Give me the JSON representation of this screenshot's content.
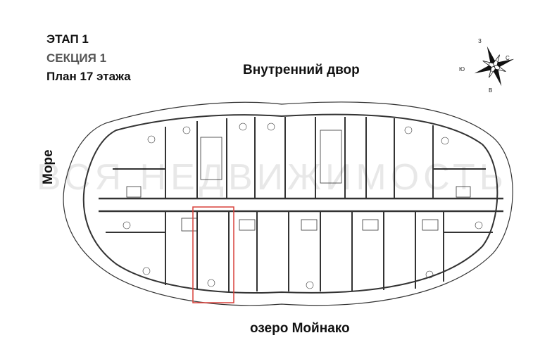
{
  "header": {
    "stage": "ЭТАП 1",
    "section": "СЕКЦИЯ 1",
    "plan_title": "План 17 этажа"
  },
  "orientation": {
    "top": "Внутренний двор",
    "bottom": "озеро Мойнако",
    "left": "Море"
  },
  "compass": {
    "north": "З",
    "east": "С",
    "south": "В",
    "west": "Ю"
  },
  "watermark": "ВСЯ НЕДВИЖИМОСТЬ",
  "colors": {
    "highlight": "#d9413a",
    "lines": "#333333"
  }
}
